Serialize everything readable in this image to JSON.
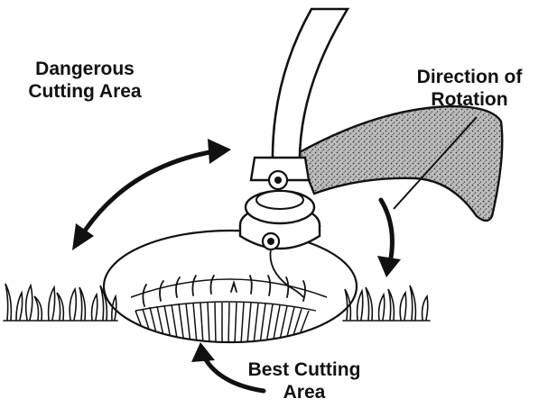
{
  "labels": {
    "danger_line1": "Dangerous",
    "danger_line2": "Cutting Area",
    "rotation_line1": "Direction of",
    "rotation_line2": "Rotation",
    "best_line1": "Best Cutting",
    "best_line2": "Area"
  },
  "colors": {
    "ink": "#111111",
    "background": "#ffffff",
    "guard_fill": "#9a9a9a"
  },
  "icons": {
    "shaft": "trimmer-shaft",
    "guard": "debris-guard",
    "head": "trimmer-head",
    "grass": "grass-tufts"
  }
}
